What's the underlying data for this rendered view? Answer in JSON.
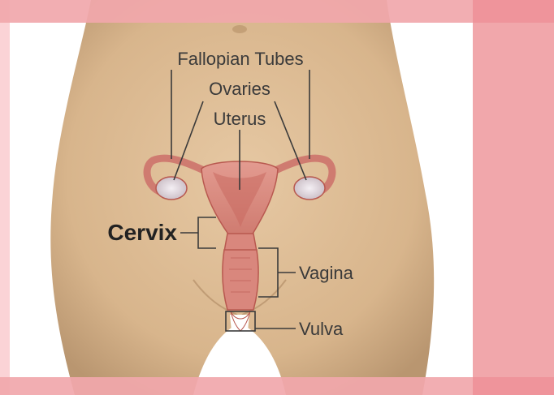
{
  "labels": {
    "fallopian_tubes": "Fallopian Tubes",
    "ovaries": "Ovaries",
    "uterus": "Uterus",
    "cervix": "Cervix",
    "vagina": "Vagina",
    "vulva": "Vulva"
  },
  "colors": {
    "frame": "#f1a7ab",
    "frame_dark": "#ef949b",
    "background": "#ffffff",
    "skin": "#dcba92",
    "skin_shadow": "#b48f68",
    "organ": "#d9877d",
    "organ_dark": "#b8584f",
    "ovary": "#e6e0e6",
    "leader_line": "#3a3a3a"
  }
}
